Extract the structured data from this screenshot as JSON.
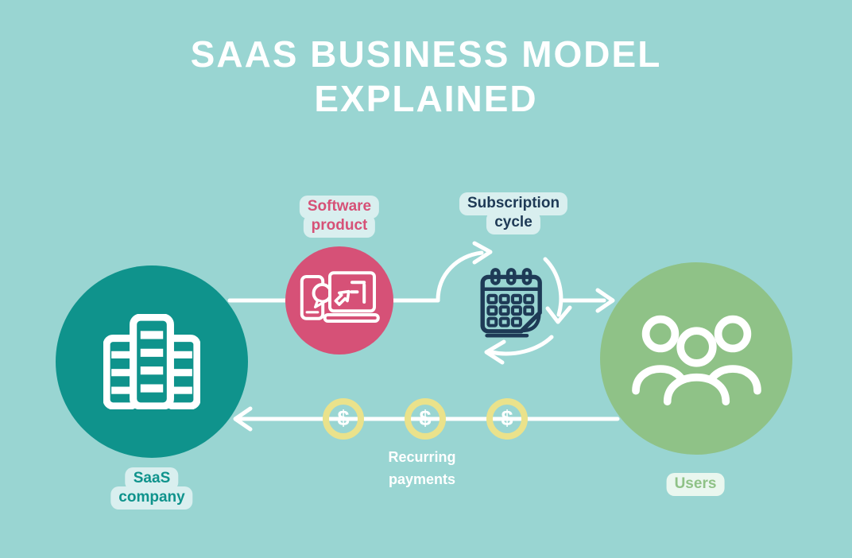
{
  "title": {
    "line1": "SAAS BUSINESS MODEL",
    "line2": "EXPLAINED"
  },
  "labels": {
    "saas_company": {
      "lines": [
        "SaaS",
        "company"
      ]
    },
    "software_product": {
      "lines": [
        "Software",
        "product"
      ]
    },
    "subscription_cycle": {
      "lines": [
        "Subscription",
        "cycle"
      ]
    },
    "users": {
      "lines": [
        "Users"
      ]
    },
    "recurring_payments": {
      "lines": [
        "Recurring",
        "payments"
      ]
    }
  },
  "coins": {
    "symbol": "$",
    "count": 3
  },
  "flow_sequence": [
    "SaaS company -> Software product",
    "Software product -> Subscription cycle",
    "Subscription cycle -> Users",
    "Users -> SaaS company (recurring payments)"
  ],
  "icons": [
    "building-icon",
    "phone-chat-laptop-icon",
    "calendar-icon",
    "users-group-icon",
    "dollar-coin-icon",
    "cycle-arrows-icon"
  ],
  "colors": {
    "background": "#99d5d2",
    "company_circle": "#0f938c",
    "product_circle": "#d65177",
    "users_circle": "#8fc287",
    "calendar_navy": "#1e3a56",
    "coin_ring": "#eae28b",
    "label_pill": "#d9efef",
    "users_pill": "#eaf7ef",
    "arrows_and_title": "#ffffff"
  }
}
